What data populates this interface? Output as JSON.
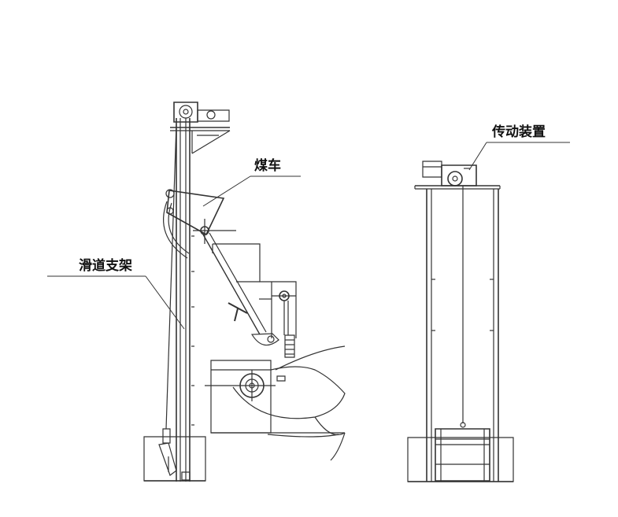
{
  "labels": {
    "coal_car": "煤车",
    "slide_support": "滑道支架",
    "drive_device": "传动装置"
  },
  "colors": {
    "line": "#333333",
    "background": "#ffffff",
    "text": "#111111"
  }
}
